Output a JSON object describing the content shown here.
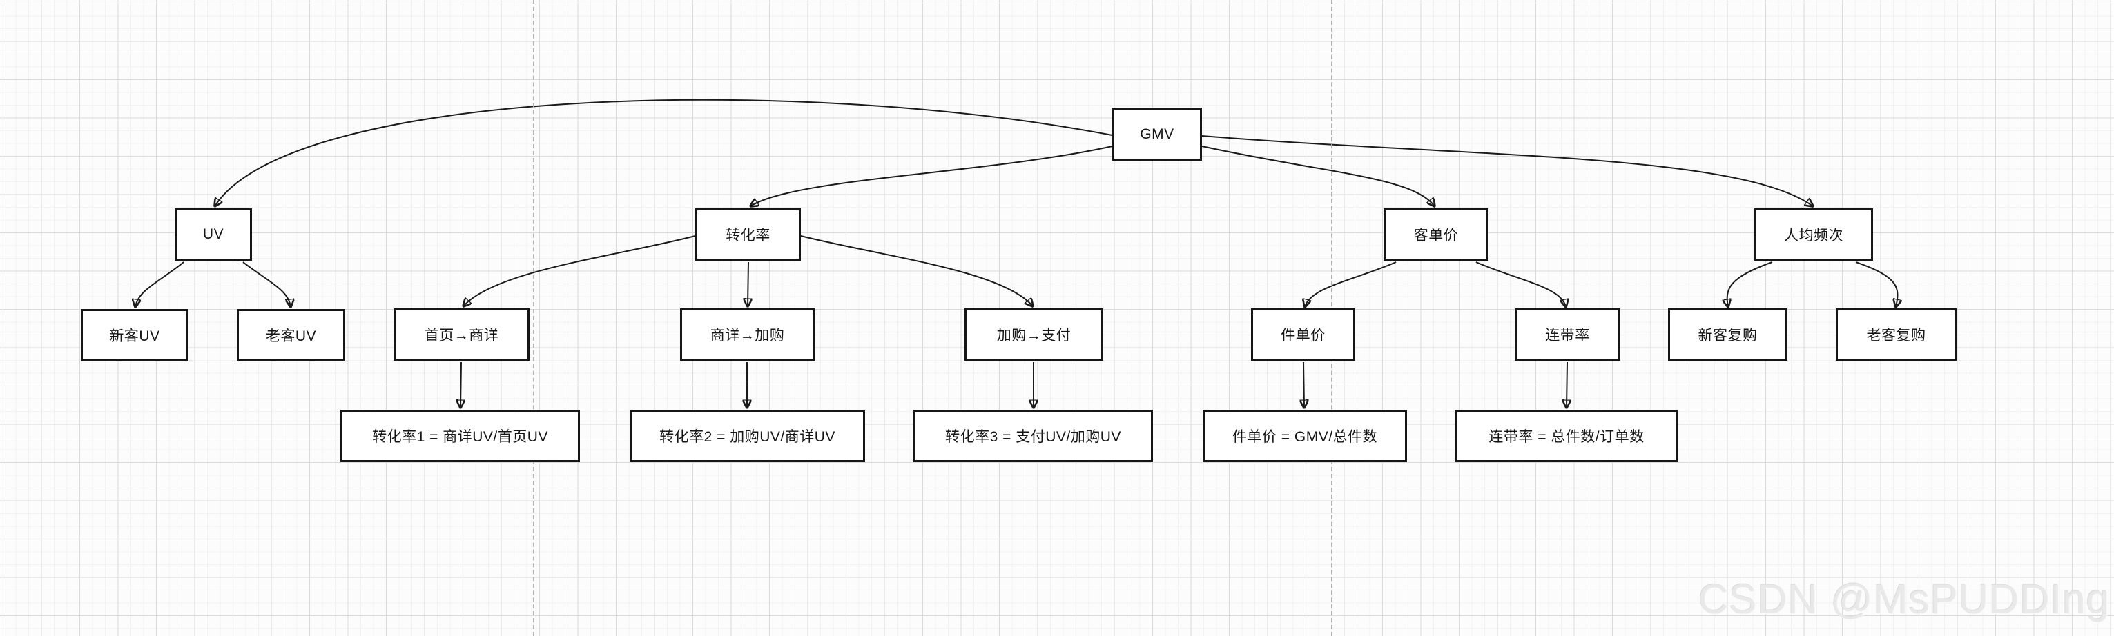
{
  "diagram": {
    "type": "tree",
    "root": "gmv",
    "nodes": {
      "gmv": {
        "label": "GMV"
      },
      "uv": {
        "label": "UV"
      },
      "conversion_rate": {
        "label": "转化率"
      },
      "avg_order_value": {
        "label": "客单价"
      },
      "purchase_frequency": {
        "label": "人均频次"
      },
      "new_customer_uv": {
        "label": "新客UV"
      },
      "old_customer_uv": {
        "label": "老客UV"
      },
      "home_to_pdp": {
        "label": "首页→商详"
      },
      "pdp_to_cart": {
        "label": "商详→加购"
      },
      "cart_to_pay": {
        "label": "加购→支付"
      },
      "unit_price": {
        "label": "件单价"
      },
      "attach_rate": {
        "label": "连带率"
      },
      "new_customer_repurchase": {
        "label": "新客复购"
      },
      "old_customer_repurchase": {
        "label": "老客复购"
      },
      "formula_conversion1": {
        "label": "转化率1 = 商详UV/首页UV"
      },
      "formula_conversion2": {
        "label": "转化率2 = 加购UV/商详UV"
      },
      "formula_conversion3": {
        "label": "转化率3 = 支付UV/加购UV"
      },
      "formula_unit_price": {
        "label": "件单价 = GMV/总件数"
      },
      "formula_attach_rate": {
        "label": "连带率 = 总件数/订单数"
      }
    },
    "edges": [
      {
        "from": "gmv",
        "to": "uv"
      },
      {
        "from": "gmv",
        "to": "conversion_rate"
      },
      {
        "from": "gmv",
        "to": "avg_order_value"
      },
      {
        "from": "gmv",
        "to": "purchase_frequency"
      },
      {
        "from": "uv",
        "to": "new_customer_uv"
      },
      {
        "from": "uv",
        "to": "old_customer_uv"
      },
      {
        "from": "conversion_rate",
        "to": "home_to_pdp"
      },
      {
        "from": "conversion_rate",
        "to": "pdp_to_cart"
      },
      {
        "from": "conversion_rate",
        "to": "cart_to_pay"
      },
      {
        "from": "avg_order_value",
        "to": "unit_price"
      },
      {
        "from": "avg_order_value",
        "to": "attach_rate"
      },
      {
        "from": "purchase_frequency",
        "to": "new_customer_repurchase"
      },
      {
        "from": "purchase_frequency",
        "to": "old_customer_repurchase"
      },
      {
        "from": "home_to_pdp",
        "to": "formula_conversion1"
      },
      {
        "from": "pdp_to_cart",
        "to": "formula_conversion2"
      },
      {
        "from": "cart_to_pay",
        "to": "formula_conversion3"
      },
      {
        "from": "unit_price",
        "to": "formula_unit_price"
      },
      {
        "from": "attach_rate",
        "to": "formula_attach_rate"
      }
    ],
    "colors": {
      "node_fill": "#ffffff",
      "node_border": "#161616",
      "edge": "#1a1a1a",
      "grid_minor": "#f2f2f2",
      "grid_major": "#dadada",
      "page_divider": "#b3b3b3",
      "watermark": "#e9e9e9"
    }
  },
  "watermark": {
    "text": "CSDN @MsPUDDIng"
  }
}
